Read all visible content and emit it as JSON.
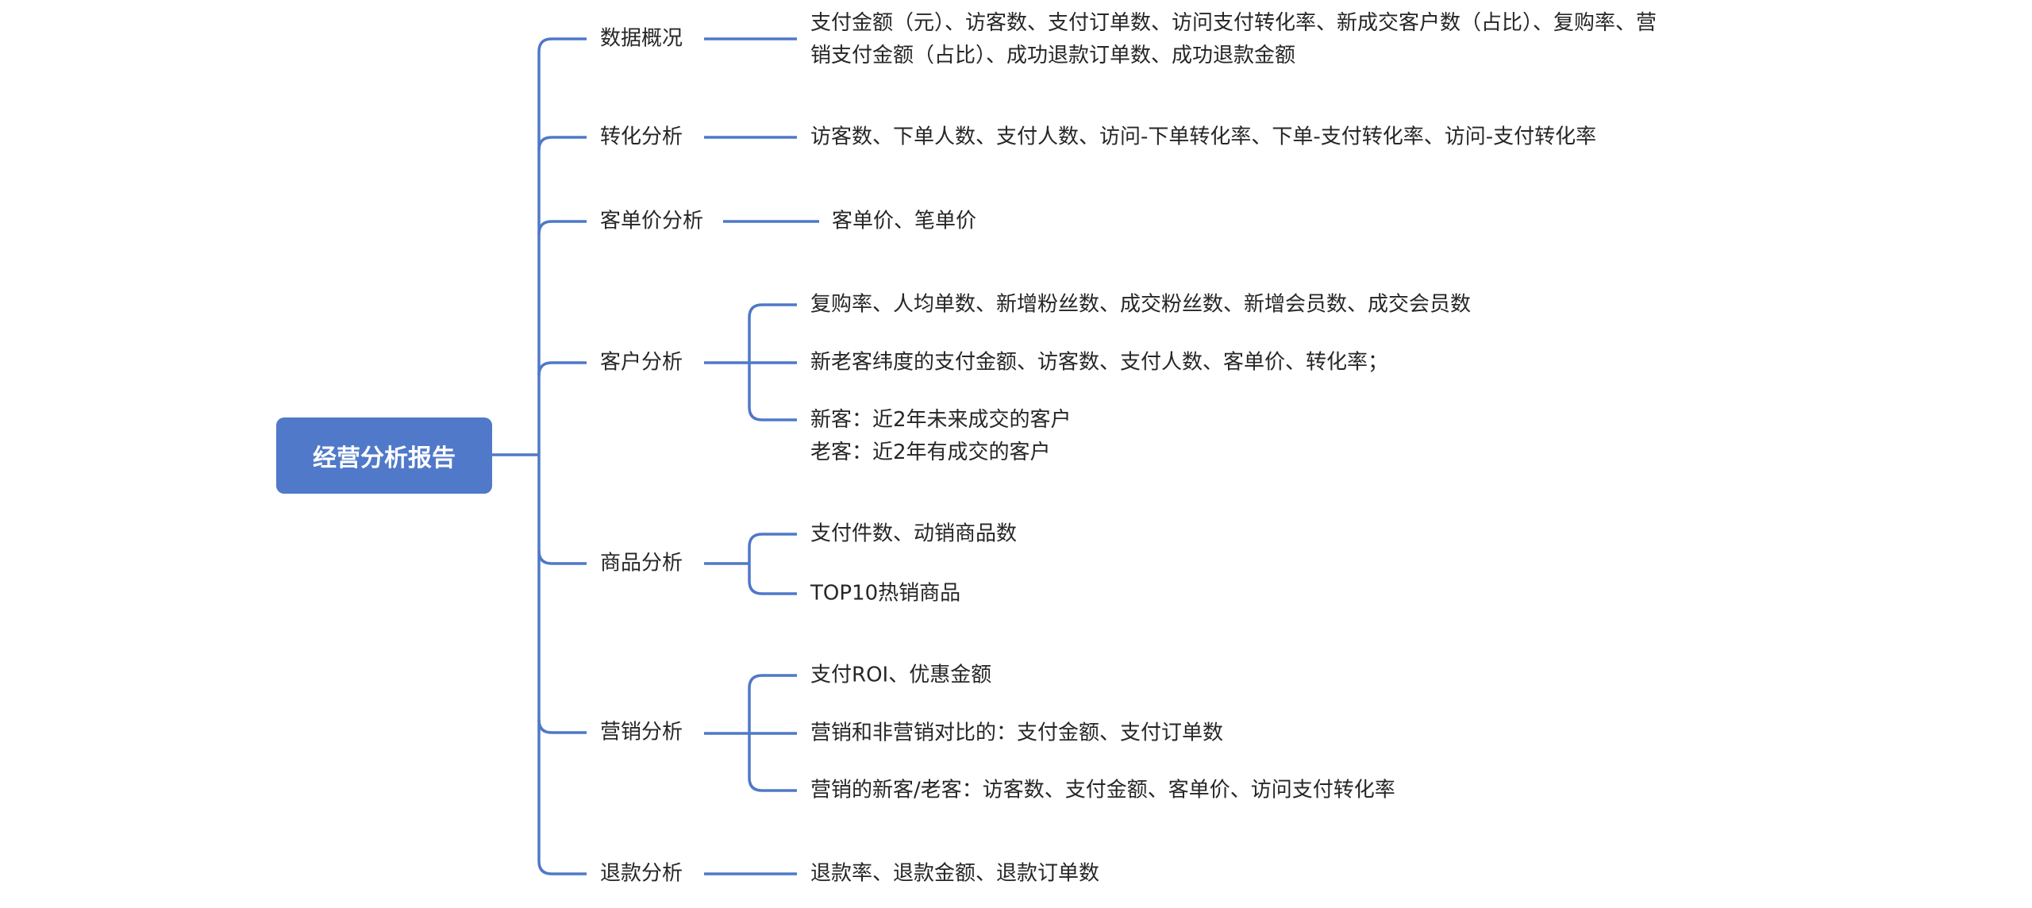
{
  "colors": {
    "root_fill": "#5079c9",
    "line": "#4f78c8",
    "text": "#262626"
  },
  "root": {
    "label": "经营分析报告"
  },
  "branches": [
    {
      "label": "数据概况",
      "leaves": [
        "支付金额（元）、访客数、支付订单数、访问支付转化率、新成交客户数（占比）、复购率、营",
        "销支付金额（占比）、成功退款订单数、成功退款金额"
      ]
    },
    {
      "label": "转化分析",
      "leaves": [
        "访客数、下单人数、支付人数、访问-下单转化率、下单-支付转化率、访问-支付转化率"
      ]
    },
    {
      "label": "客单价分析",
      "leaves": [
        "客单价、笔单价"
      ]
    },
    {
      "label": "客户分析",
      "leaves": [
        "复购率、人均单数、新增粉丝数、成交粉丝数、新增会员数、成交会员数",
        "新老客纬度的支付金额、访客数、支付人数、客单价、转化率；",
        "新客：近2年未来成交的客户",
        "老客：近2年有成交的客户"
      ]
    },
    {
      "label": "商品分析",
      "leaves": [
        "支付件数、动销商品数",
        "TOP10热销商品"
      ]
    },
    {
      "label": "营销分析",
      "leaves": [
        "支付ROI、优惠金额",
        "营销和非营销对比的：支付金额、支付订单数",
        "营销的新客/老客：访客数、支付金额、客单价、访问支付转化率"
      ]
    },
    {
      "label": "退款分析",
      "leaves": [
        "退款率、退款金额、退款订单数"
      ]
    }
  ]
}
